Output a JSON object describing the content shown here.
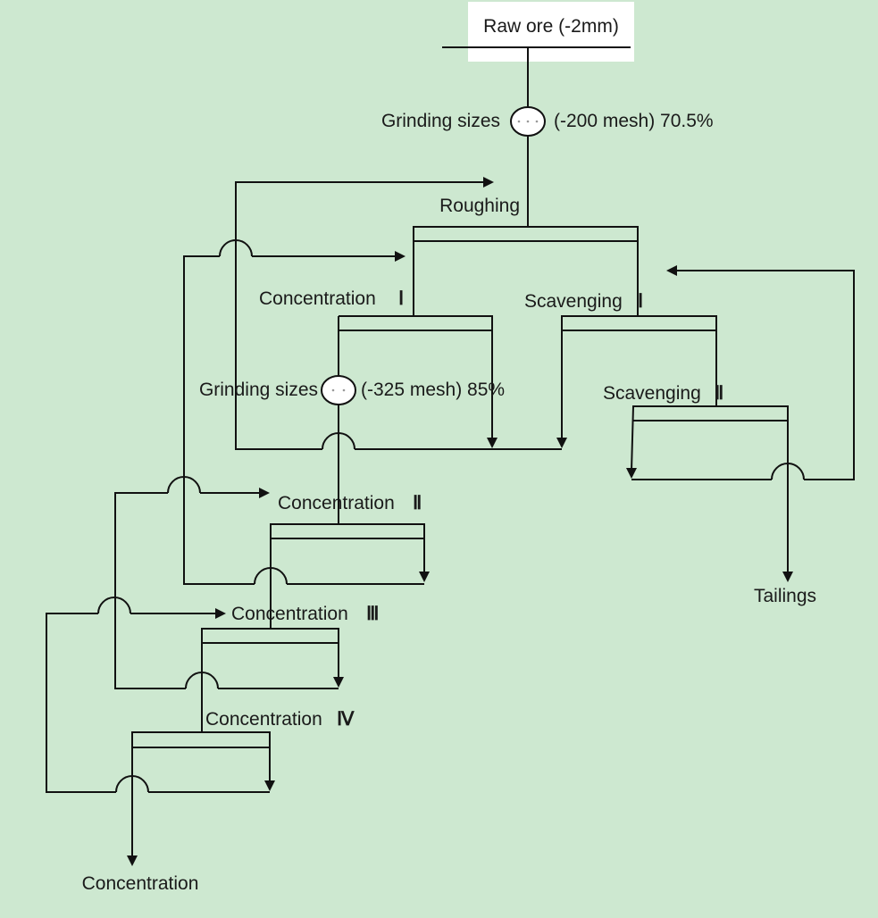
{
  "diagram": {
    "title": "Flotation flowsheet",
    "feed": {
      "label": "Raw ore (-2mm)"
    },
    "grinding": [
      {
        "label": "Grinding sizes",
        "spec": "(-200 mesh) 70.5%"
      },
      {
        "label": "Grinding sizes",
        "spec": "(-325 mesh) 85%"
      }
    ],
    "stages": {
      "roughing": {
        "label": "Roughing"
      },
      "concentration_1": {
        "label": "Concentration",
        "numeral": "Ⅰ"
      },
      "scavenging_1": {
        "label": "Scavenging",
        "numeral": "Ⅰ"
      },
      "scavenging_2": {
        "label": "Scavenging",
        "numeral": "Ⅱ"
      },
      "concentration_2": {
        "label": "Concentration",
        "numeral": "Ⅱ"
      },
      "concentration_3": {
        "label": "Concentration",
        "numeral": "Ⅲ"
      },
      "concentration_4": {
        "label": "Concentration",
        "numeral": "Ⅳ"
      }
    },
    "outputs": {
      "tailings": "Tailings",
      "concentrate": "Concentration"
    },
    "colors": {
      "background": "#cde8d0",
      "line": "#111111",
      "feed_box": "#ffffff"
    }
  }
}
